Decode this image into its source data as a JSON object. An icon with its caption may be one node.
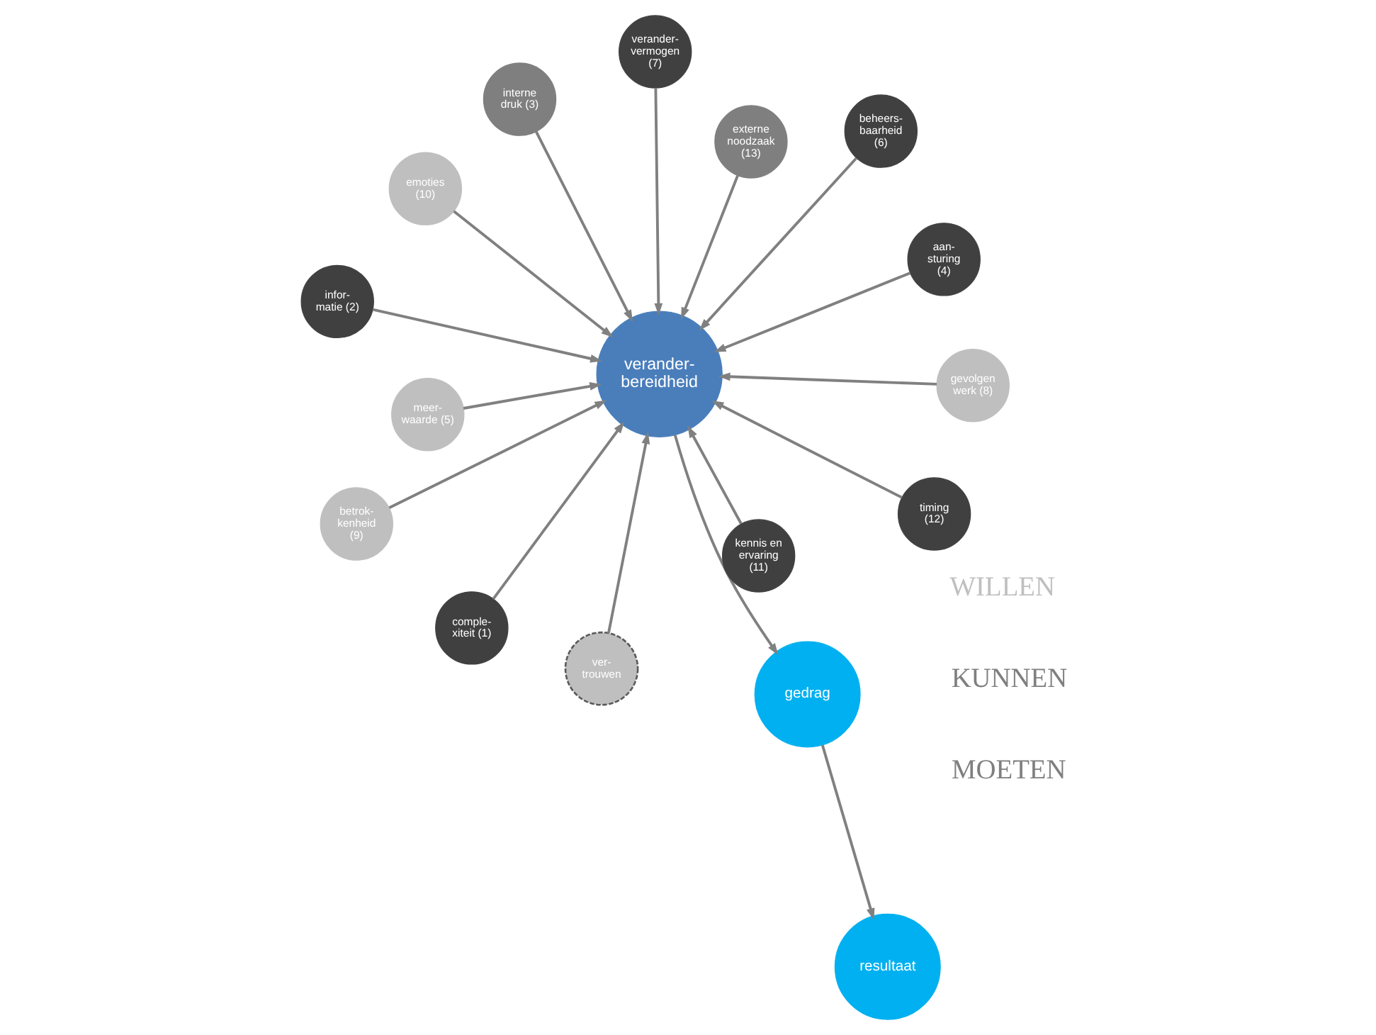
{
  "diagram": {
    "nodes": [
      {
        "text": [
          "verander- bereidheid"
        ]
      },
      {
        "text": [
          "gedrag"
        ]
      },
      {
        "text": [
          "resultaat"
        ]
      },
      {
        "text": [
          "interne druk (3)"
        ]
      },
      {
        "text": [
          "externe noodzaak (13)"
        ]
      },
      {
        "text": [
          "emoties (10)"
        ]
      },
      {
        "text": [
          "betrok- kenheid (9)"
        ]
      },
      {
        "text": [
          "gevolgen werk (8)"
        ]
      },
      {
        "text": [
          "meer- waarde (5)"
        ]
      },
      {
        "text": [
          "ver- trouwen"
        ]
      },
      {
        "text": [
          "comple- xiteit (1)"
        ]
      },
      {
        "text": [
          "infor- matie (2)"
        ]
      },
      {
        "text": [
          "aan- sturing (4)"
        ]
      },
      {
        "text": [
          "beheers- baarheid (6)"
        ]
      },
      {
        "text": [
          "verander- vermogen (7)"
        ]
      },
      {
        "text": [
          "kennis en ervaring (11)"
        ]
      },
      {
        "text": [
          "timing (12)"
        ]
      }
    ],
    "edges": [
      {
        "from": 3,
        "to": 0,
        "arrow": "to"
      },
      {
        "from": 4,
        "to": 0,
        "arrow": "to"
      },
      {
        "from": 5,
        "to": 0,
        "arrow": "to"
      },
      {
        "from": 6,
        "to": 0,
        "arrow": "to"
      },
      {
        "from": 7,
        "to": 0,
        "arrow": "to"
      },
      {
        "from": 8,
        "to": 0,
        "arrow": "to"
      },
      {
        "from": 9,
        "to": 0,
        "arrow": "to"
      },
      {
        "from": 10,
        "to": 0,
        "arrow": "to"
      },
      {
        "from": 11,
        "to": 0,
        "arrow": "to"
      },
      {
        "from": 12,
        "to": 0,
        "arrow": "to"
      },
      {
        "from": 13,
        "to": 0,
        "arrow": "to"
      },
      {
        "from": 14,
        "to": 0,
        "arrow": "to"
      },
      {
        "from": 15,
        "to": 0,
        "arrow": "to"
      },
      {
        "from": 16,
        "to": 0,
        "arrow": "to"
      },
      {
        "from": 0,
        "to": 1,
        "arrow": "to"
      },
      {
        "from": 1,
        "to": 2,
        "arrow": "to"
      }
    ],
    "labels": [
      "MOETEN",
      "WILLEN",
      "KUNNEN"
    ]
  }
}
